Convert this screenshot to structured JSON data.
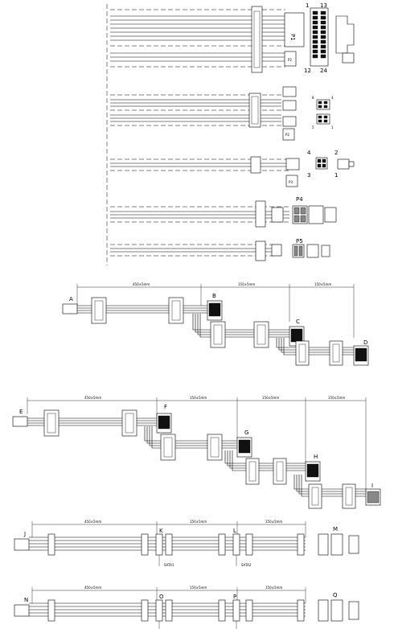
{
  "top_harness": {
    "main_connector": {
      "plug_label": "P1",
      "sub_plug_label": "P2",
      "pin_labels": {
        "top_left": "1",
        "top_right": "13",
        "bottom_left": "12",
        "bottom_right": "24"
      }
    },
    "cpu_connector": {
      "plug_label": "P2",
      "pin_labels": {
        "top_left": "8",
        "top_right": "4",
        "bottom_left": "5",
        "bottom_right": "1"
      }
    },
    "aux_connector": {
      "plug_label": "P3",
      "pin_labels": {
        "top_left": "4",
        "top_right": "2",
        "bottom_left": "3",
        "bottom_right": "1"
      }
    },
    "p4_connector": {
      "label": "P4"
    },
    "p5_connector": {
      "label": "P5"
    }
  },
  "harness_a": {
    "start_label": "A",
    "connector_labels": [
      "B",
      "C",
      "D"
    ],
    "dims": [
      "450±5mm",
      "150±5mm",
      "150±5mm"
    ]
  },
  "harness_e": {
    "start_label": "E",
    "connector_labels": [
      "F",
      "G",
      "H",
      "I"
    ],
    "dims": [
      "450±5mm",
      "150±5mm",
      "150±5mm",
      "150±5mm"
    ]
  },
  "harness_j": {
    "start_label": "J",
    "connector_labels": [
      "K",
      "L",
      "M"
    ],
    "dims": [
      "450±5mm",
      "150±5mm",
      "150±5mm"
    ],
    "notes": [
      "SATA1",
      "SATA2"
    ]
  },
  "harness_n": {
    "start_label": "N",
    "connector_labels": [
      "O",
      "P",
      "Q"
    ],
    "dims": [
      "450±5mm",
      "150±5mm",
      "150±5mm"
    ]
  }
}
